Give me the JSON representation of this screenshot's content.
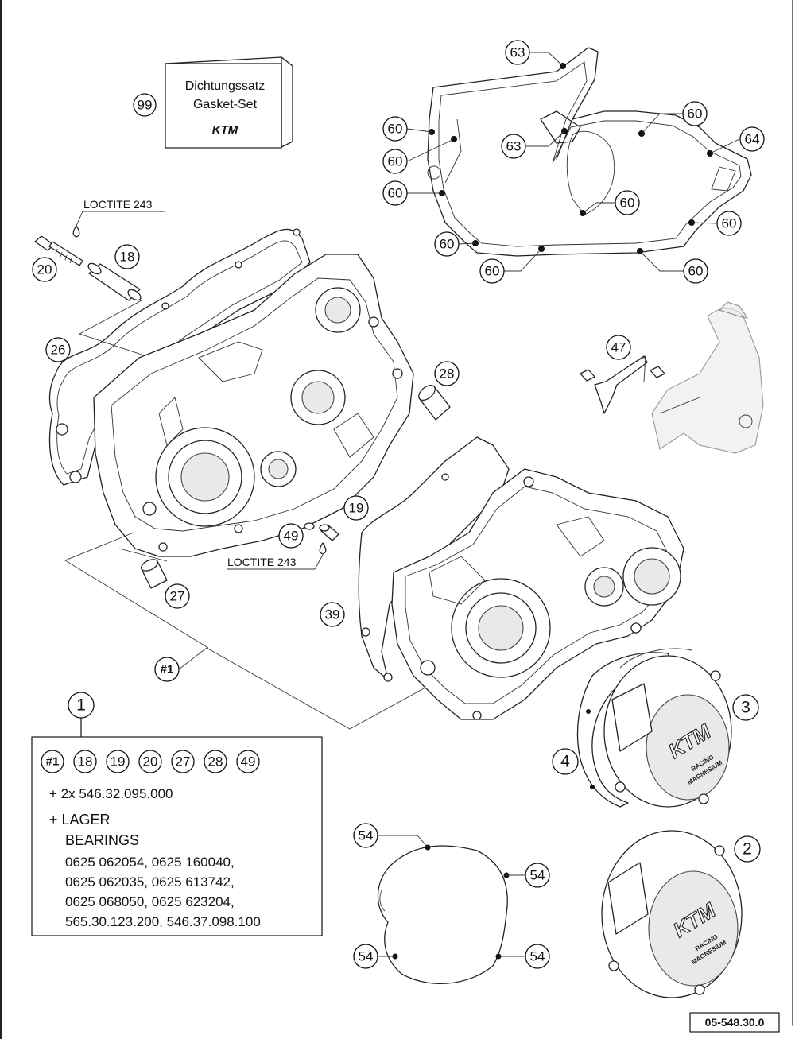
{
  "gasket_set_box": {
    "line1": "Dichtungssatz",
    "line2": "Gasket-Set",
    "logo": "KTM"
  },
  "callouts": {
    "c99": "99",
    "c20": "20",
    "c18": "18",
    "c26": "26",
    "c28": "28",
    "c19": "19",
    "c49": "49",
    "c27": "27",
    "c39": "39",
    "c47": "47",
    "cset1": "#1",
    "c63a": "63",
    "c63b": "63",
    "c60a": "60",
    "c60b": "60",
    "c60c": "60",
    "c60d": "60",
    "c60e": "60",
    "c60f": "60",
    "c60g": "60",
    "c60h": "60",
    "c64": "64",
    "c54a": "54",
    "c54b": "54",
    "c54c": "54",
    "c54d": "54",
    "c3": "3",
    "c4": "4",
    "c2": "2",
    "c1": "1"
  },
  "loctite_top": "LOCTITE 243",
  "loctite_bottom": "LOCTITE 243",
  "legend": {
    "parts": [
      "#1",
      "18",
      "19",
      "20",
      "27",
      "28",
      "49"
    ],
    "line1": "+ 2x 546.32.095.000",
    "line2": "+ LAGER",
    "line3": "BEARINGS",
    "line4": "0625 062054, 0625 160040,",
    "line5": "0625 062035, 0625 613742,",
    "line6": "0625 068050, 0625 623204,",
    "line7": "565.30.123.200, 546.37.098.100"
  },
  "cover_emboss": {
    "brand": "KTM",
    "sub1": "RACING",
    "sub2": "MAGNESIUM"
  },
  "doc_id": "05-548.30.0"
}
